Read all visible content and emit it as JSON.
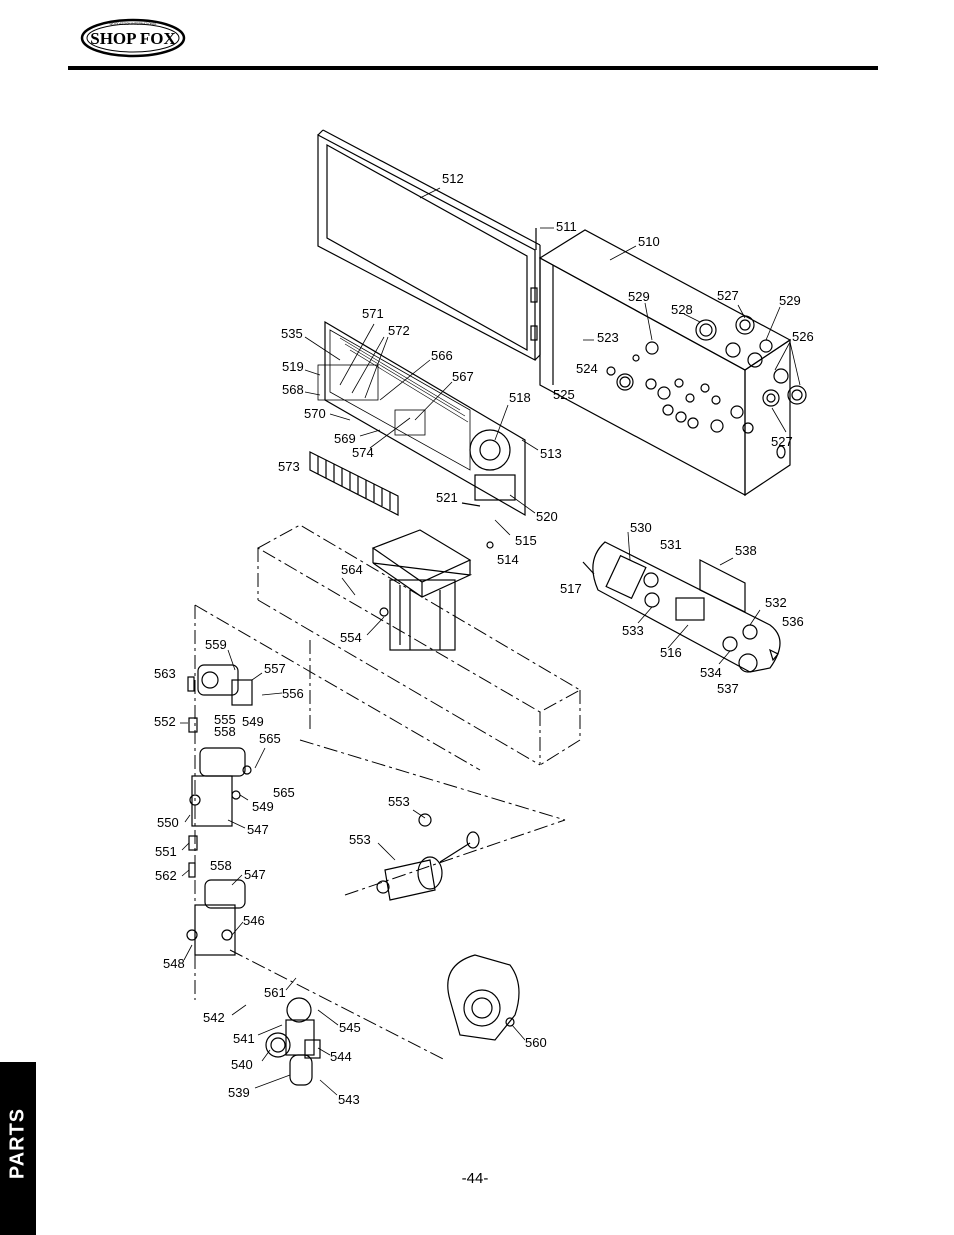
{
  "header": {
    "brand": "SHOP FOX",
    "brand_ring": "WOODSTOCK INTERNATIONAL"
  },
  "side_tab": {
    "label": "PARTS"
  },
  "footer": {
    "page_number": "-44-"
  },
  "callouts": [
    "512",
    "511",
    "510",
    "529",
    "528",
    "527",
    "529",
    "526",
    "535",
    "571",
    "572",
    "523",
    "519",
    "566",
    "524",
    "568",
    "567",
    "525",
    "570",
    "518",
    "569",
    "574",
    "513",
    "573",
    "521",
    "520",
    "515",
    "514",
    "530",
    "531",
    "538",
    "517",
    "564",
    "532",
    "536",
    "554",
    "533",
    "516",
    "534",
    "537",
    "559",
    "557",
    "563",
    "556",
    "552",
    "555",
    "549",
    "558",
    "565",
    "565",
    "549",
    "553",
    "550",
    "547",
    "553",
    "551",
    "558",
    "562",
    "547",
    "546",
    "548",
    "561",
    "542",
    "545",
    "541",
    "544",
    "540",
    "560",
    "539",
    "543",
    "527"
  ],
  "colors": {
    "ink": "#000000",
    "paper": "#ffffff",
    "tab": "#000000"
  }
}
